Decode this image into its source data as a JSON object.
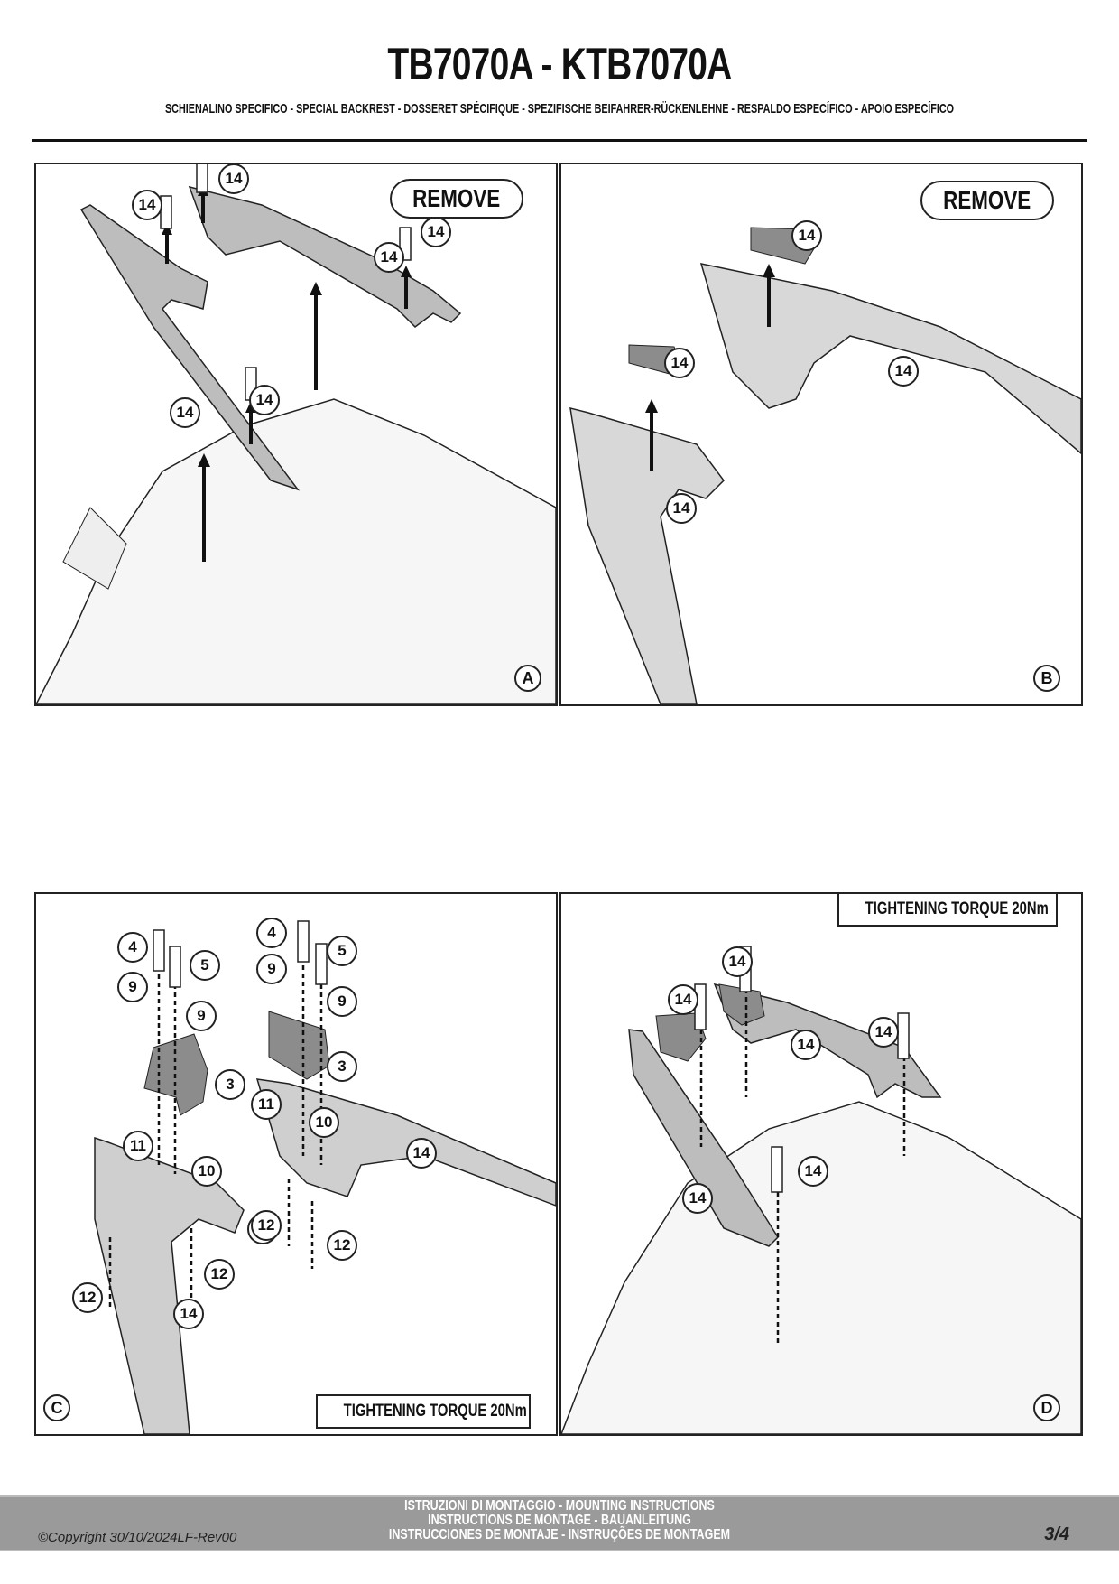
{
  "header": {
    "title": "TB7070A - KTB7070A",
    "subtitle": "SCHIENALINO SPECIFICO - SPECIAL BACKREST - DOSSERET SPÉCIFIQUE - SPEZIFISCHE BEIFAHRER-RÜCKENLEHNE - RESPALDO ESPECÍFICO - APOIO ESPECÍFICO"
  },
  "panels": {
    "a": {
      "letter": "A",
      "badge": "REMOVE",
      "labels": [
        "14",
        "14",
        "14",
        "14",
        "14",
        "14"
      ]
    },
    "b": {
      "letter": "B",
      "badge": "REMOVE",
      "labels": [
        "14",
        "14",
        "14",
        "14"
      ]
    },
    "c": {
      "letter": "C",
      "torque": "TIGHTENING TORQUE 20Nm",
      "labels": [
        "4",
        "5",
        "9",
        "9",
        "3",
        "11",
        "10",
        "12",
        "12",
        "12",
        "14",
        "4",
        "5",
        "9",
        "9",
        "3",
        "11",
        "10",
        "12",
        "12",
        "14"
      ]
    },
    "d": {
      "letter": "D",
      "torque": "TIGHTENING TORQUE 20Nm",
      "labels": [
        "14",
        "14",
        "14",
        "14",
        "14",
        "14"
      ]
    }
  },
  "footer": {
    "copyright": "©Copyright 30/10/2024LF-Rev00",
    "lines": [
      "ISTRUZIONI DI MONTAGGIO  -  MOUNTING INSTRUCTIONS",
      "INSTRUCTIONS DE MONTAGE - BAUANLEITUNG",
      "INSTRUCCIONES DE MONTAJE - INSTRUÇÕES DE MONTAGEM"
    ],
    "page": "3/4"
  }
}
